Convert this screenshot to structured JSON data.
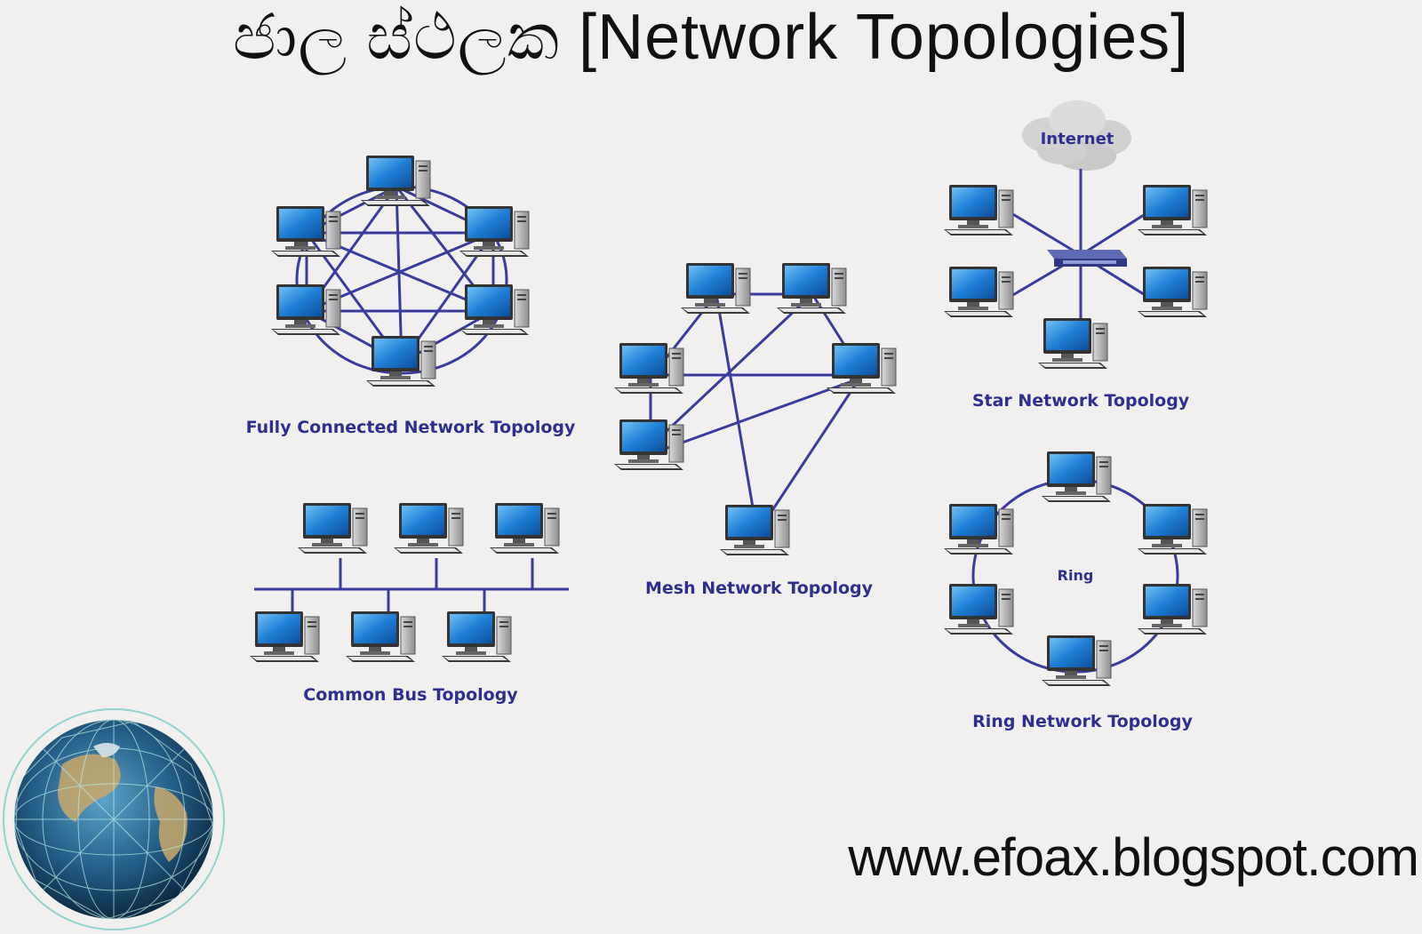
{
  "title": "ජාල ස්ථලක [Network Topologies]",
  "topologies": {
    "fully_connected": "Fully Connected Network Topology",
    "mesh": "Mesh Network Topology",
    "star": "Star Network Topology",
    "bus": "Common Bus Topology",
    "ring": "Ring Network Topology"
  },
  "labels": {
    "internet": "Internet",
    "ring": "Ring"
  },
  "website": "www.efoax.blogspot.com",
  "colors": {
    "link": "#3a3b9e",
    "caption": "#2e2f8f",
    "screen": "#1f7fd6",
    "background": "#f1f0ef"
  }
}
